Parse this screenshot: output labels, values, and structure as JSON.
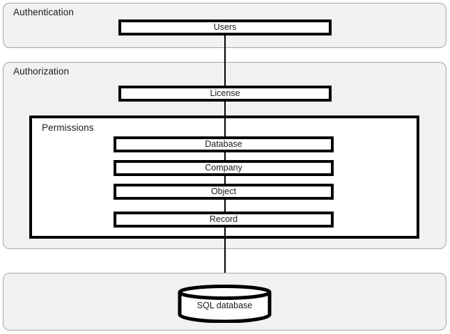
{
  "diagram": {
    "type": "layered-architecture",
    "panels": [
      {
        "id": "authentication",
        "label": "Authentication"
      },
      {
        "id": "authorization",
        "label": "Authorization"
      },
      {
        "id": "storage",
        "label": ""
      }
    ],
    "groups": [
      {
        "id": "permissions",
        "label": "Permissions"
      }
    ],
    "nodes": [
      {
        "id": "users",
        "label": "Users",
        "shape": "rectangle",
        "panel": "authentication"
      },
      {
        "id": "license",
        "label": "License",
        "shape": "rectangle",
        "panel": "authorization"
      },
      {
        "id": "database",
        "label": "Database",
        "shape": "rectangle",
        "group": "permissions"
      },
      {
        "id": "company",
        "label": "Company",
        "shape": "rectangle",
        "group": "permissions"
      },
      {
        "id": "object",
        "label": "Object",
        "shape": "rectangle",
        "group": "permissions"
      },
      {
        "id": "record",
        "label": "Record",
        "shape": "rectangle",
        "group": "permissions"
      },
      {
        "id": "sql-database",
        "label": "SQL database",
        "shape": "cylinder",
        "panel": "storage"
      }
    ],
    "connector": {
      "from": "users",
      "to": "sql-database",
      "style": "vertical-line"
    },
    "colors": {
      "panel_fill": "#f1f1f1",
      "panel_border": "#a6a6a6",
      "node_fill": "#ffffff",
      "node_border": "#000000",
      "text": "#1a1a1a",
      "background": "#ffffff"
    }
  }
}
